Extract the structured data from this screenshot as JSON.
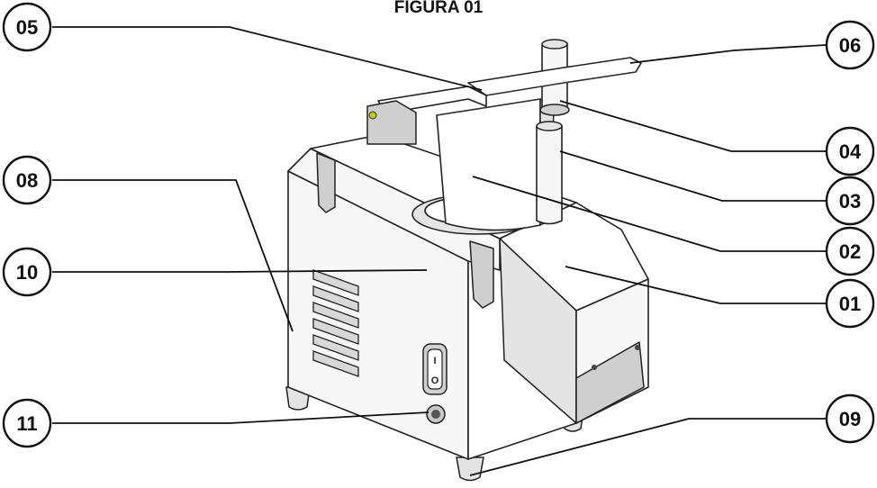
{
  "figure": {
    "title": "FIGURA 01"
  },
  "callouts": [
    {
      "id": "05",
      "label": "05",
      "side": "left"
    },
    {
      "id": "06",
      "label": "06",
      "side": "right"
    },
    {
      "id": "08",
      "label": "08",
      "side": "left"
    },
    {
      "id": "04",
      "label": "04",
      "side": "right"
    },
    {
      "id": "03",
      "label": "03",
      "side": "right"
    },
    {
      "id": "02",
      "label": "02",
      "side": "right"
    },
    {
      "id": "01",
      "label": "01",
      "side": "right"
    },
    {
      "id": "10",
      "label": "10",
      "side": "left"
    },
    {
      "id": "11",
      "label": "11",
      "side": "left"
    },
    {
      "id": "09",
      "label": "09",
      "side": "right"
    }
  ],
  "switch": {
    "on_symbol": "I",
    "off_symbol": "O"
  }
}
